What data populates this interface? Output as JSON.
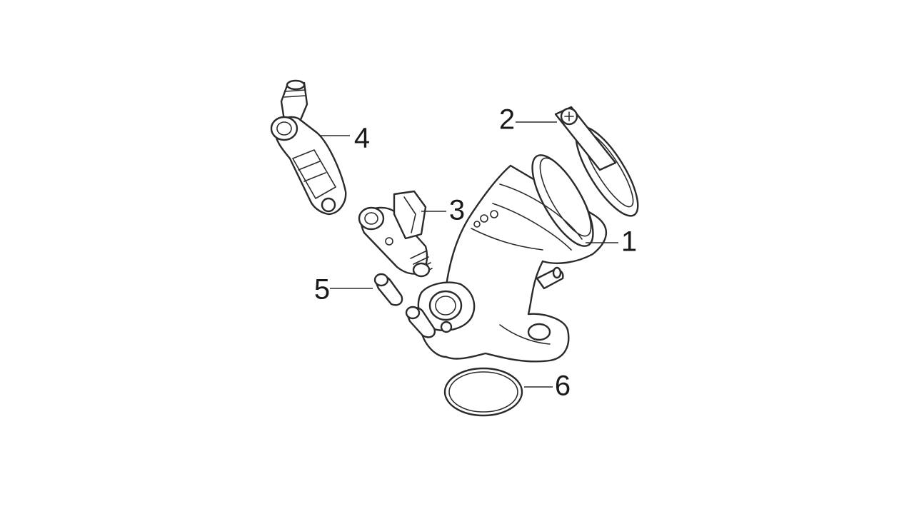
{
  "diagram": {
    "callouts": [
      {
        "id": "1",
        "label": "1"
      },
      {
        "id": "2",
        "label": "2"
      },
      {
        "id": "3",
        "label": "3"
      },
      {
        "id": "4",
        "label": "4"
      },
      {
        "id": "5",
        "label": "5"
      },
      {
        "id": "6",
        "label": "6"
      }
    ],
    "colors": {
      "line": "#2b2b2b",
      "background": "#ffffff"
    }
  }
}
